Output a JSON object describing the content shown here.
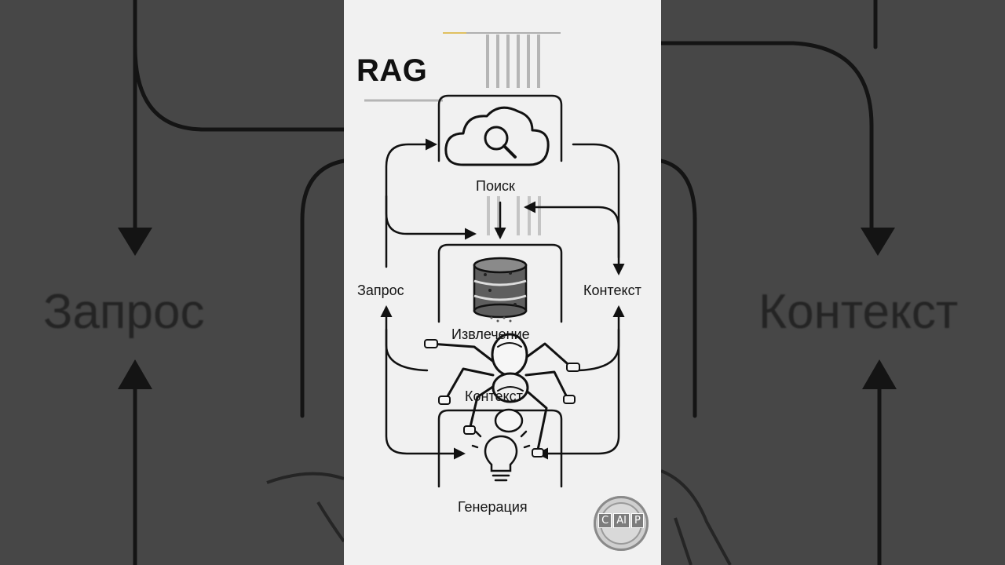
{
  "title": "RAG",
  "nodes": {
    "search": "Поиск",
    "request": "Запрос",
    "context": "Контекст",
    "extraction": "Извлечение",
    "context_partial": "Контекст",
    "generation": "Генерация"
  },
  "backdrop": {
    "left_label": "Запрос",
    "right_label": "Контекст"
  },
  "badge": {
    "letters": [
      "C",
      "AI",
      "P"
    ]
  },
  "icons": [
    "cloud-search-icon",
    "database-icon",
    "lightbulb-icon",
    "robot-spider-icon"
  ]
}
